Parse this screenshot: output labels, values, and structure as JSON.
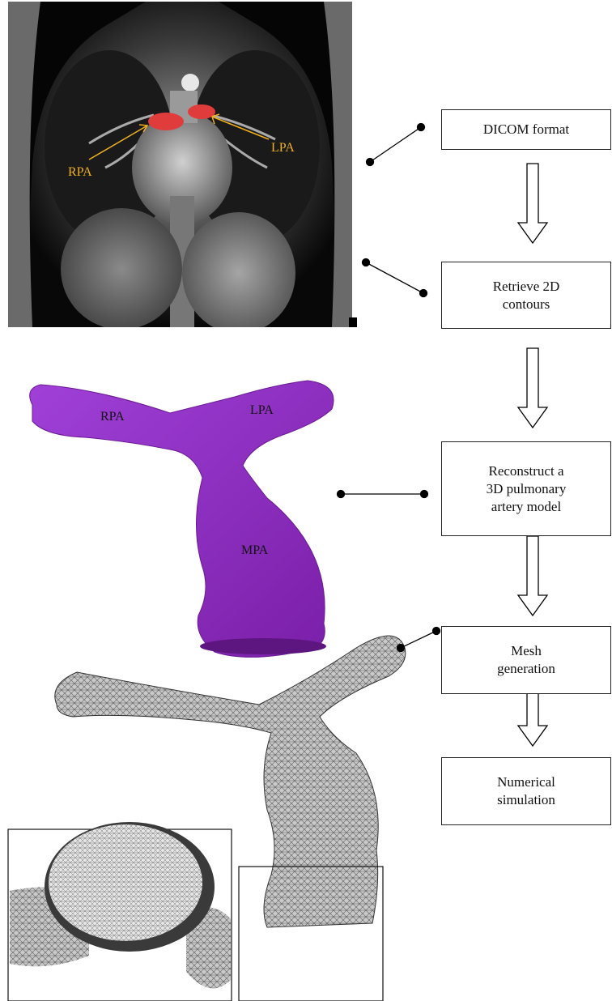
{
  "mri": {
    "labels": {
      "rpa": "RPA",
      "lpa": "LPA"
    },
    "label_color": "#f0b020",
    "contour_color": "#e03c3c"
  },
  "model3d": {
    "labels": {
      "rpa": "RPA",
      "lpa": "LPA",
      "mpa": "MPA"
    },
    "color": "#9b30c8"
  },
  "workflow": {
    "steps": [
      {
        "label": "DICOM format"
      },
      {
        "label": "Retrieve 2D\ncontours"
      },
      {
        "label": "Reconstruct a\n3D pulmonary\nartery model"
      },
      {
        "label": "Mesh\ngeneration"
      },
      {
        "label": "Numerical\nsimulation"
      }
    ]
  }
}
